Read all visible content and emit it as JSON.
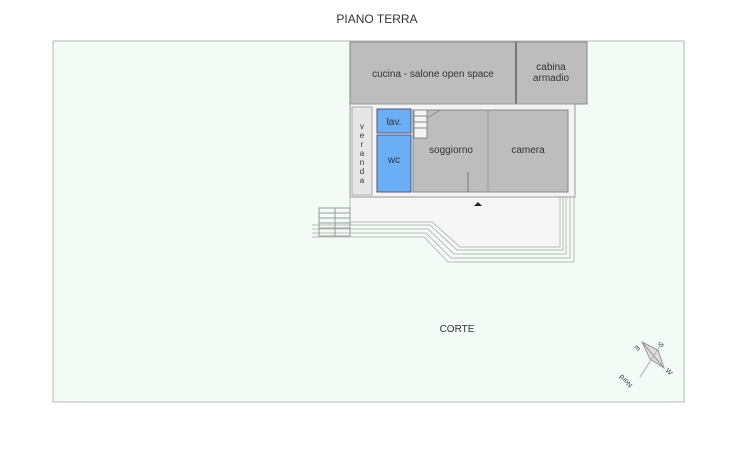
{
  "title": "PIANO TERRA",
  "rooms": {
    "kitchen": "cucina - salone open space",
    "closet_line1": "cabina",
    "closet_line2": "armadio",
    "veranda": [
      "v",
      "e",
      "r",
      "a",
      "n",
      "d",
      "a"
    ],
    "laundry": "lav.",
    "wc": "wc",
    "living": "soggiorno",
    "bedroom": "camera",
    "courtyard": "CORTE"
  },
  "compass": {
    "north": "Nord",
    "south": "S",
    "east": "E",
    "west": "W"
  },
  "colors": {
    "courtyard": "#f2fbf6",
    "room": "#bdbdbd",
    "wet": "#6aaef5",
    "veranda": "#e6e6e6"
  }
}
